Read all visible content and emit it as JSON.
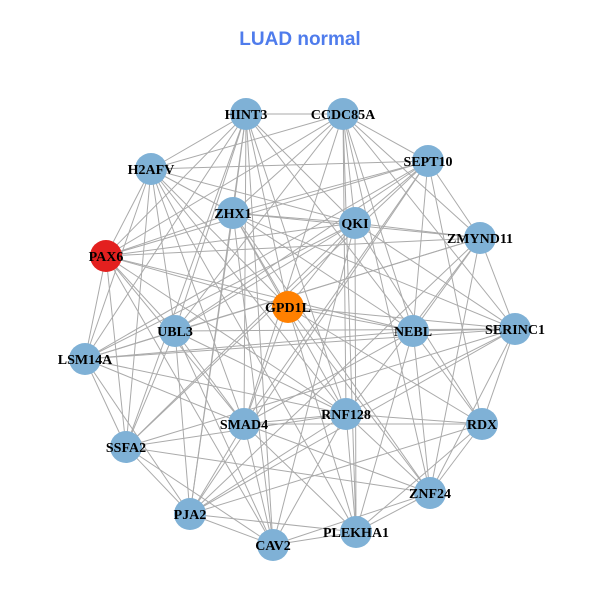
{
  "title": "LUAD normal",
  "colors": {
    "default": "#7fb1d6",
    "highlight_red": "#e3201f",
    "highlight_orange": "#ff8000",
    "edge": "#aaaaaa"
  },
  "nodes": [
    {
      "label": "HINT3",
      "color": "default"
    },
    {
      "label": "CCDC85A",
      "color": "default"
    },
    {
      "label": "SEPT10",
      "color": "default"
    },
    {
      "label": "H2AFV",
      "color": "default"
    },
    {
      "label": "ZHX1",
      "color": "default"
    },
    {
      "label": "QKI",
      "color": "default"
    },
    {
      "label": "ZMYND11",
      "color": "default"
    },
    {
      "label": "PAX6",
      "color": "highlight_red"
    },
    {
      "label": "GPD1L",
      "color": "highlight_orange"
    },
    {
      "label": "UBL3",
      "color": "default"
    },
    {
      "label": "NEBL",
      "color": "default"
    },
    {
      "label": "SERINC1",
      "color": "default"
    },
    {
      "label": "LSM14A",
      "color": "default"
    },
    {
      "label": "SMAD4",
      "color": "default"
    },
    {
      "label": "RNF128",
      "color": "default"
    },
    {
      "label": "RDX",
      "color": "default"
    },
    {
      "label": "SSFA2",
      "color": "default"
    },
    {
      "label": "ZNF24",
      "color": "default"
    },
    {
      "label": "PJA2",
      "color": "default"
    },
    {
      "label": "PLEKHA1",
      "color": "default"
    },
    {
      "label": "CAV2",
      "color": "default"
    }
  ],
  "edges": [
    "0-1",
    "0-3",
    "0-4",
    "0-5",
    "0-8",
    "0-9",
    "0-10",
    "0-13",
    "0-14",
    "0-16",
    "0-18",
    "0-20",
    "0-7",
    "0-12",
    "1-2",
    "1-3",
    "1-4",
    "1-5",
    "1-6",
    "1-7",
    "1-9",
    "1-10",
    "1-11",
    "1-13",
    "1-14",
    "1-17",
    "1-19",
    "2-3",
    "2-4",
    "2-5",
    "2-6",
    "2-7",
    "2-9",
    "2-10",
    "2-12",
    "2-13",
    "2-15",
    "2-16",
    "2-18",
    "3-4",
    "3-5",
    "3-7",
    "3-8",
    "3-9",
    "3-12",
    "3-13",
    "3-14",
    "3-16",
    "3-19",
    "4-5",
    "4-6",
    "4-7",
    "4-8",
    "4-10",
    "4-11",
    "4-14",
    "4-17",
    "4-18",
    "4-20",
    "5-6",
    "5-7",
    "5-8",
    "5-9",
    "5-11",
    "5-12",
    "5-15",
    "5-16",
    "5-19",
    "5-20",
    "6-7",
    "6-9",
    "6-10",
    "6-11",
    "6-12",
    "6-14",
    "6-17",
    "6-18",
    "7-8",
    "7-9",
    "7-10",
    "7-12",
    "7-13",
    "7-14",
    "7-16",
    "7-20",
    "8-10",
    "8-11",
    "8-13",
    "8-15",
    "8-17",
    "8-19",
    "9-11",
    "9-12",
    "9-13",
    "9-14",
    "9-16",
    "9-18",
    "9-20",
    "10-11",
    "10-12",
    "10-13",
    "10-15",
    "10-17",
    "10-19",
    "11-12",
    "11-14",
    "11-15",
    "11-16",
    "11-17",
    "11-18",
    "12-13",
    "12-14",
    "12-16",
    "12-18",
    "13-14",
    "13-15",
    "13-17",
    "13-18",
    "13-19",
    "13-20",
    "14-15",
    "14-16",
    "14-17",
    "14-18",
    "14-19",
    "14-20",
    "15-17",
    "15-18",
    "15-19",
    "16-17",
    "16-18",
    "16-20",
    "17-19",
    "17-20",
    "18-19",
    "18-20",
    "19-20"
  ]
}
